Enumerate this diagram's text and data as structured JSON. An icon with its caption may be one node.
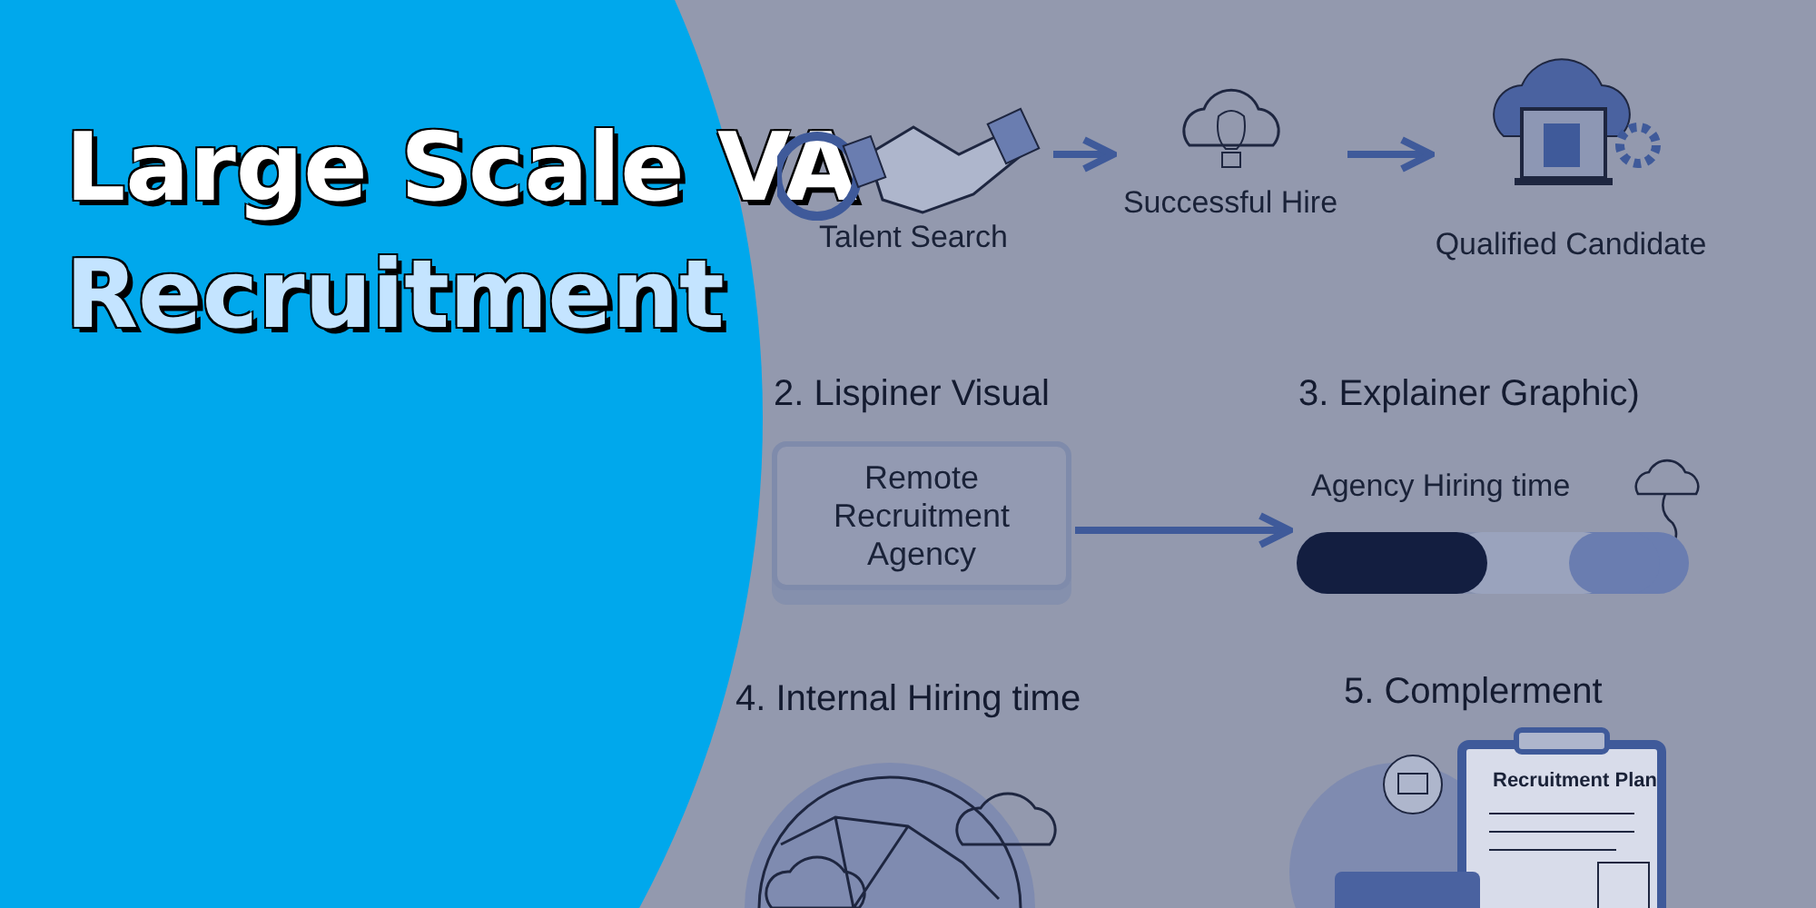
{
  "diagram": {
    "title": "Large Scale VA Recruitment",
    "nodes": [
      {
        "text": [
          "Talent Search"
        ]
      },
      {
        "text": [
          "Successful Hire"
        ]
      },
      {
        "text": [
          "Qualified Candidate"
        ]
      },
      {
        "text": [
          "Remote Recruitment Agency"
        ]
      },
      {
        "text": [
          "Agency Hiring time"
        ]
      }
    ],
    "edges": [
      {
        "from": 0,
        "to": 1,
        "arrow": "to"
      },
      {
        "from": 1,
        "to": 2,
        "arrow": "to"
      },
      {
        "from": 3,
        "to": 4,
        "arrow": "to"
      }
    ],
    "labels": [
      "2. Lispiner Visual",
      "3. Explainer Graphic)",
      "4. Internal Hiring time",
      "5. Complerment",
      "Recruitment Plan"
    ]
  }
}
